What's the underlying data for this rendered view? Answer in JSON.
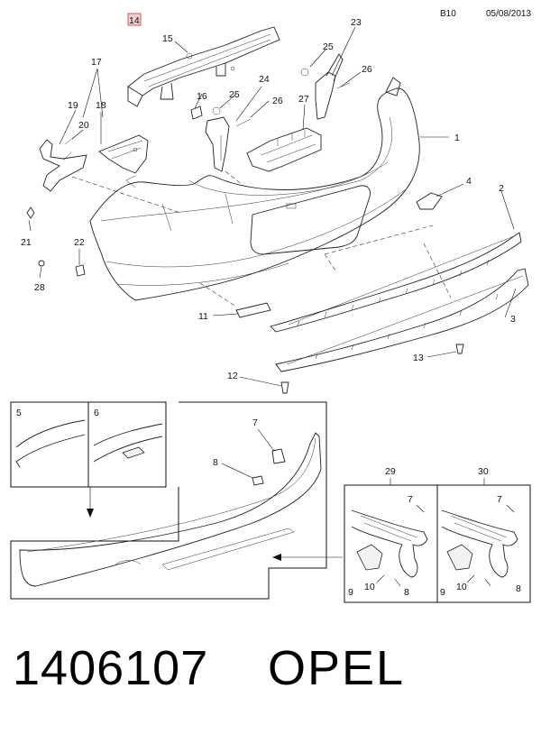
{
  "header": {
    "section_code": "B10",
    "date": "05/08/2013"
  },
  "footer": {
    "part_number": "1406107",
    "brand": "OPEL"
  },
  "highlighted_callout": "14",
  "callouts": {
    "c1": "1",
    "c2": "2",
    "c3": "3",
    "c4": "4",
    "c5": "5",
    "c6": "6",
    "c7a": "7",
    "c7b": "7",
    "c7c": "7",
    "c8a": "8",
    "c8b": "8",
    "c8c": "8",
    "c9a": "9",
    "c9b": "9",
    "c10a": "10",
    "c10b": "10",
    "c11": "11",
    "c12": "12",
    "c13": "13",
    "c14": "14",
    "c15": "15",
    "c16": "16",
    "c17": "17",
    "c18": "18",
    "c19": "19",
    "c20": "20",
    "c21": "21",
    "c22": "22",
    "c23": "23",
    "c24": "24",
    "c25a": "25",
    "c25b": "25",
    "c26a": "26",
    "c26b": "26",
    "c27": "27",
    "c28": "28",
    "c29": "29",
    "c30": "30"
  }
}
